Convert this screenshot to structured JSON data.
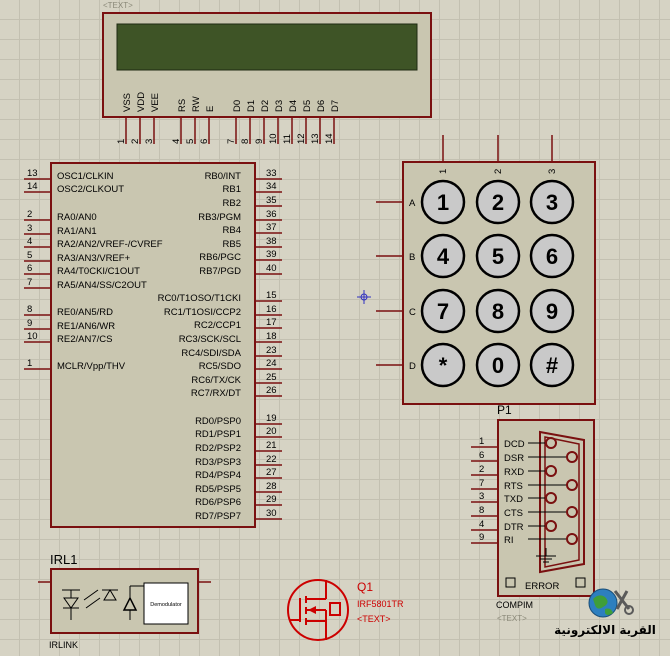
{
  "lcd": {
    "label": "<TEXT>",
    "pin_names": [
      "VSS",
      "VDD",
      "VEE",
      "RS",
      "RW",
      "E",
      "D0",
      "D1",
      "D2",
      "D3",
      "D4",
      "D5",
      "D6",
      "D7"
    ],
    "pin_numbers": [
      "1",
      "2",
      "3",
      "4",
      "5",
      "6",
      "7",
      "8",
      "9",
      "10",
      "11",
      "12",
      "13",
      "14"
    ]
  },
  "mcu": {
    "left_pins": [
      {
        "num": "13",
        "name": "OSC1/CLKIN"
      },
      {
        "num": "14",
        "name": "OSC2/CLKOUT"
      },
      {
        "num": "2",
        "name": "RA0/AN0"
      },
      {
        "num": "3",
        "name": "RA1/AN1"
      },
      {
        "num": "4",
        "name": "RA2/AN2/VREF-/CVREF"
      },
      {
        "num": "5",
        "name": "RA3/AN3/VREF+"
      },
      {
        "num": "6",
        "name": "RA4/T0CKI/C1OUT"
      },
      {
        "num": "7",
        "name": "RA5/AN4/SS/C2OUT"
      },
      {
        "num": "8",
        "name": "RE0/AN5/RD"
      },
      {
        "num": "9",
        "name": "RE1/AN6/WR"
      },
      {
        "num": "10",
        "name": "RE2/AN7/CS"
      },
      {
        "num": "1",
        "name": "MCLR/Vpp/THV"
      }
    ],
    "right_pins": [
      {
        "num": "33",
        "name": "RB0/INT"
      },
      {
        "num": "34",
        "name": "RB1"
      },
      {
        "num": "35",
        "name": "RB2"
      },
      {
        "num": "36",
        "name": "RB3/PGM"
      },
      {
        "num": "37",
        "name": "RB4"
      },
      {
        "num": "38",
        "name": "RB5"
      },
      {
        "num": "39",
        "name": "RB6/PGC"
      },
      {
        "num": "40",
        "name": "RB7/PGD"
      },
      {
        "num": "15",
        "name": "RC0/T1OSO/T1CKI"
      },
      {
        "num": "16",
        "name": "RC1/T1OSI/CCP2"
      },
      {
        "num": "17",
        "name": "RC2/CCP1"
      },
      {
        "num": "18",
        "name": "RC3/SCK/SCL"
      },
      {
        "num": "23",
        "name": "RC4/SDI/SDA"
      },
      {
        "num": "24",
        "name": "RC5/SDO"
      },
      {
        "num": "25",
        "name": "RC6/TX/CK"
      },
      {
        "num": "26",
        "name": "RC7/RX/DT"
      },
      {
        "num": "19",
        "name": "RD0/PSP0"
      },
      {
        "num": "20",
        "name": "RD1/PSP1"
      },
      {
        "num": "21",
        "name": "RD2/PSP2"
      },
      {
        "num": "22",
        "name": "RD3/PSP3"
      },
      {
        "num": "27",
        "name": "RD4/PSP4"
      },
      {
        "num": "28",
        "name": "RD5/PSP5"
      },
      {
        "num": "29",
        "name": "RD6/PSP6"
      },
      {
        "num": "30",
        "name": "RD7/PSP7"
      }
    ]
  },
  "keypad": {
    "columns": [
      "1",
      "2",
      "3"
    ],
    "rows": [
      "A",
      "B",
      "C",
      "D"
    ],
    "keys": [
      [
        "1",
        "2",
        "3"
      ],
      [
        "4",
        "5",
        "6"
      ],
      [
        "7",
        "8",
        "9"
      ],
      [
        "*",
        "0",
        "#"
      ]
    ]
  },
  "serial": {
    "ref": "P1",
    "part": "COMPIM",
    "label": "<TEXT>",
    "error": "ERROR",
    "pins": [
      {
        "num": "1",
        "name": "DCD"
      },
      {
        "num": "6",
        "name": "DSR"
      },
      {
        "num": "2",
        "name": "RXD"
      },
      {
        "num": "7",
        "name": "RTS"
      },
      {
        "num": "3",
        "name": "TXD"
      },
      {
        "num": "8",
        "name": "CTS"
      },
      {
        "num": "4",
        "name": "DTR"
      },
      {
        "num": "9",
        "name": "RI"
      }
    ]
  },
  "irl": {
    "ref": "IRL1",
    "part": "IRLINK",
    "inner": "Demodulator"
  },
  "mosfet": {
    "ref": "Q1",
    "part": "IRF5801TR",
    "label": "<TEXT>"
  },
  "watermark": {
    "text": "القرية الالكترونية"
  },
  "colors": {
    "outline": "#7a1010",
    "body": "#c9c6b0",
    "wire": "#7a1010",
    "lcd_screen": "#3e5426",
    "key": "#c9c9c9",
    "mosfet": "#cc0000"
  }
}
